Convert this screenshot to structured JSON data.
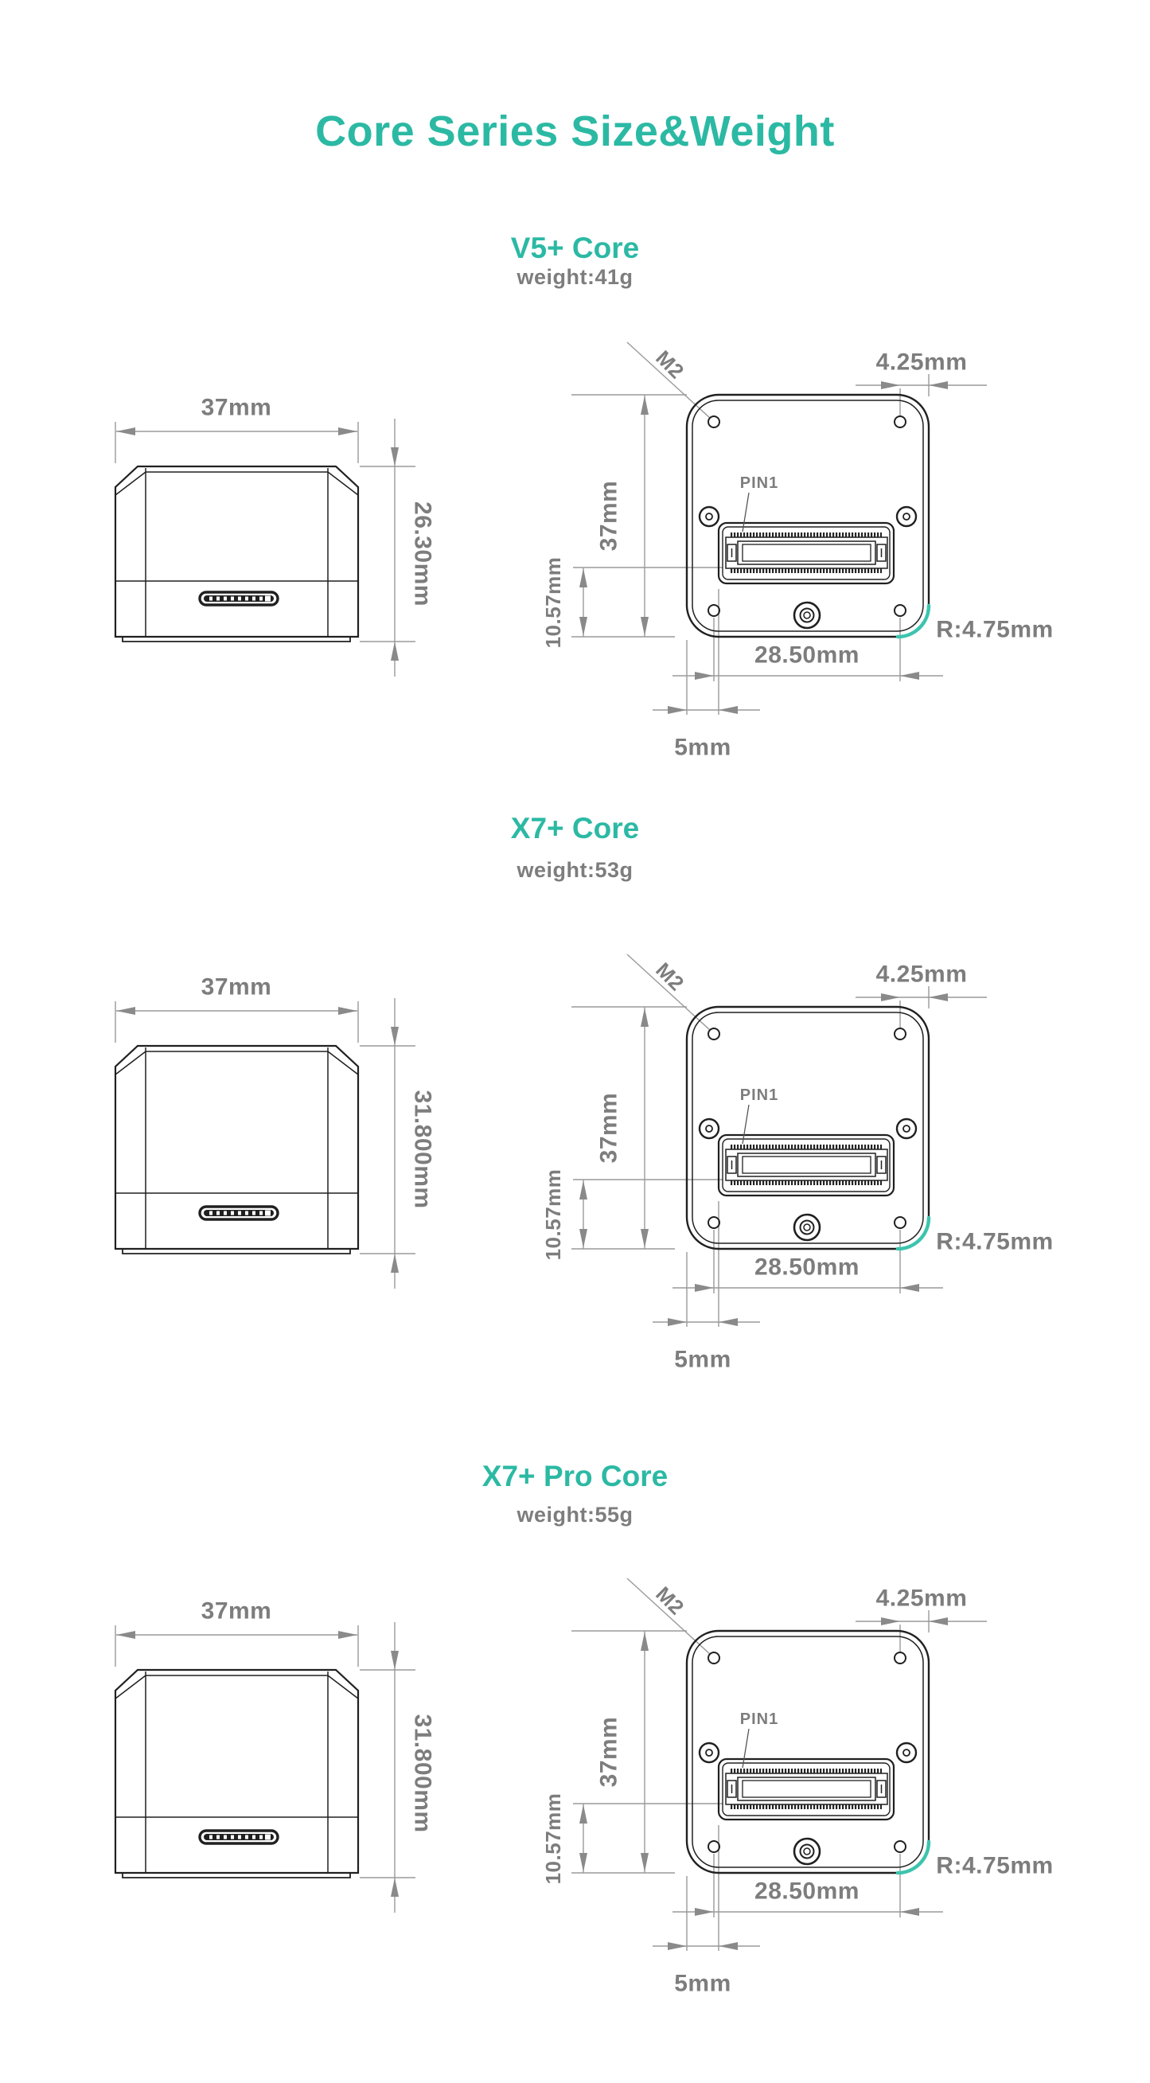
{
  "page": {
    "title": "Core Series Size&Weight"
  },
  "colors": {
    "accent_teal": "#2cb9a4",
    "radius_arc_teal": "#3cc4ae",
    "dimension_gray": "#7d7d7d",
    "line_black": "#202020"
  },
  "sections": [
    {
      "name": "V5+ Core",
      "weight": "weight:41g",
      "side": {
        "width": "37mm",
        "height": "26.30mm"
      },
      "bottom": {
        "screw": "M2",
        "edge_offset": "4.25mm",
        "pin": "PIN1",
        "plate_height": "37mm",
        "connector_offset": "10.57mm",
        "hole_spacing": "28.50mm",
        "radius": "R:4.75mm",
        "margin": "5mm"
      }
    },
    {
      "name": "X7+ Core",
      "weight": "weight:53g",
      "side": {
        "width": "37mm",
        "height": "31.800mm"
      },
      "bottom": {
        "screw": "M2",
        "edge_offset": "4.25mm",
        "pin": "PIN1",
        "plate_height": "37mm",
        "connector_offset": "10.57mm",
        "hole_spacing": "28.50mm",
        "radius": "R:4.75mm",
        "margin": "5mm"
      }
    },
    {
      "name": "X7+ Pro Core",
      "weight": "weight:55g",
      "side": {
        "width": "37mm",
        "height": "31.800mm"
      },
      "bottom": {
        "screw": "M2",
        "edge_offset": "4.25mm",
        "pin": "PIN1",
        "plate_height": "37mm",
        "connector_offset": "10.57mm",
        "hole_spacing": "28.50mm",
        "radius": "R:4.75mm",
        "margin": "5mm"
      }
    }
  ]
}
